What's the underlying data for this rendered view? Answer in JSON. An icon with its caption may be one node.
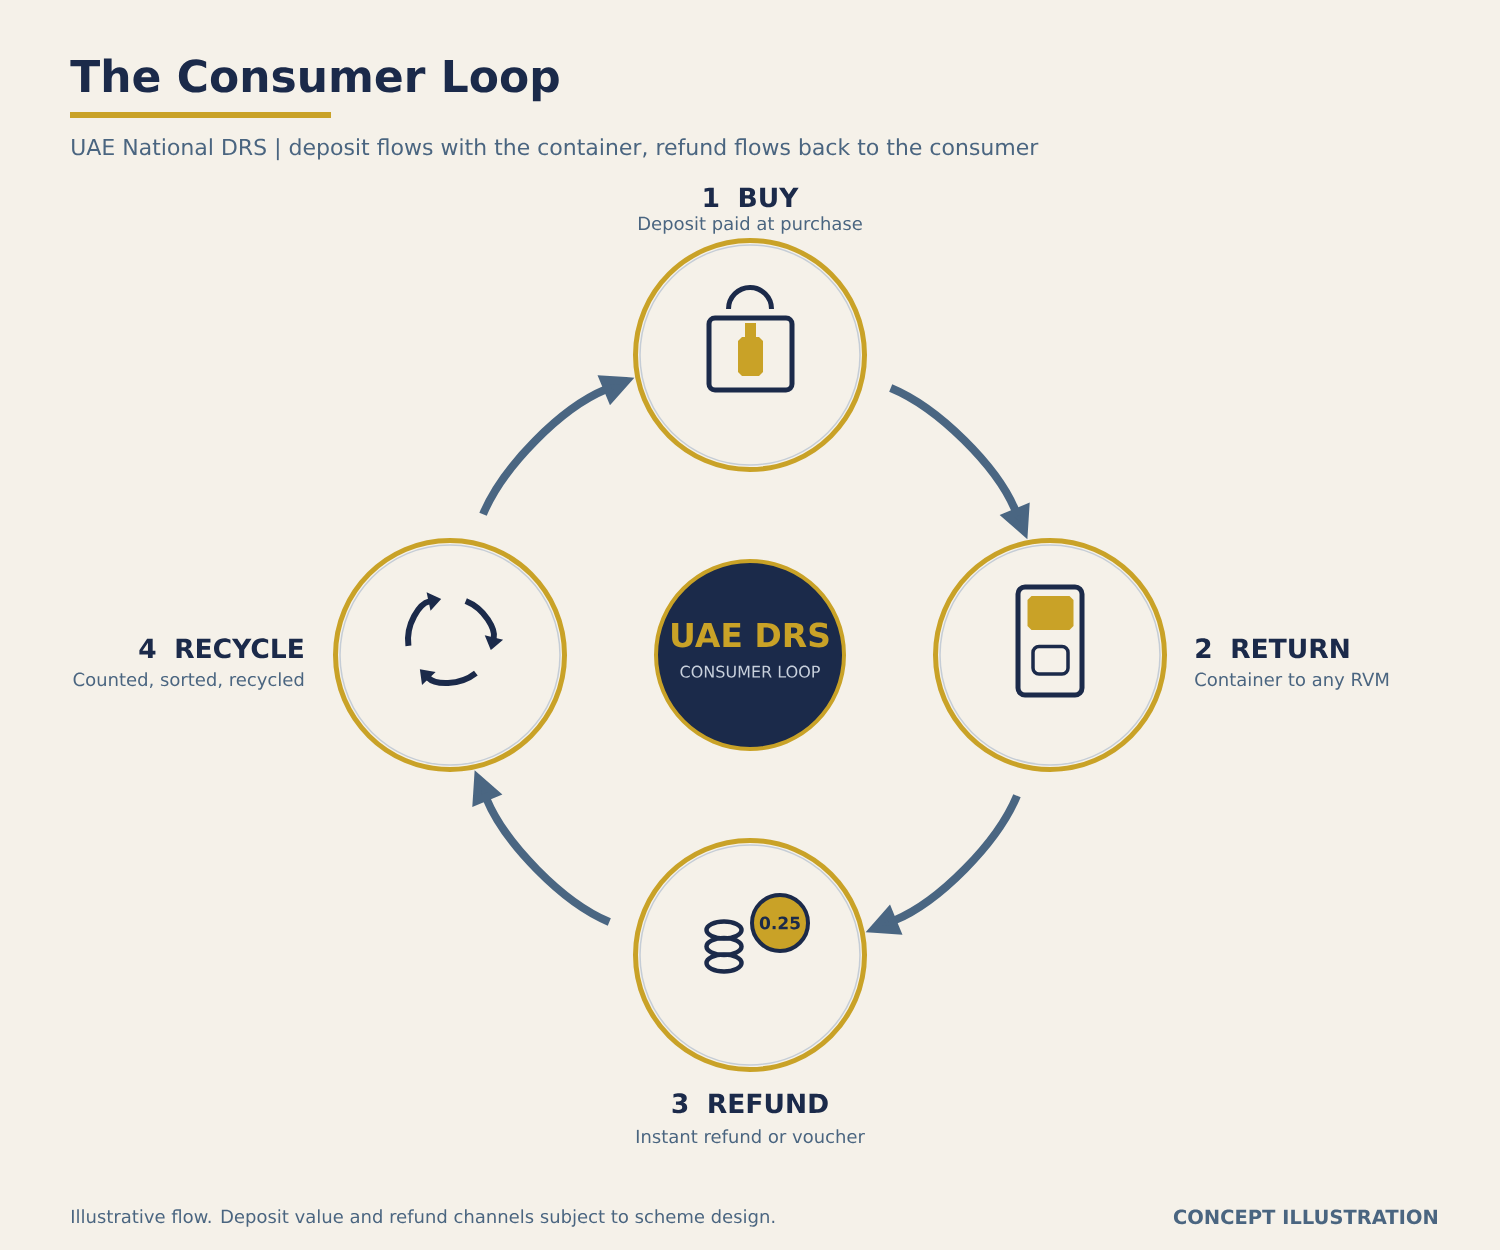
{
  "diagram": {
    "title": "The Consumer Loop",
    "nodes": [
      {
        "text": [
          "1 BUY",
          "Deposit paid at purchase"
        ]
      },
      {
        "text": [
          "4 RECYCLE",
          "Counted, sorted, recycled"
        ]
      },
      {
        "text": [
          "UAE DRS",
          "CONSUMER LOOP"
        ]
      },
      {
        "text": [
          "2 RETURN",
          "Container to any RVM"
        ]
      },
      {
        "text": [
          "3 REFUND",
          "Instant refund or voucher"
        ]
      },
      {
        "text": [
          "0.25"
        ],
        "in": 4
      }
    ],
    "edges": [
      {
        "from": 0,
        "to": 3,
        "arrow": "to"
      },
      {
        "from": 3,
        "to": 4,
        "arrow": "to"
      },
      {
        "from": 4,
        "to": 1,
        "arrow": "to"
      },
      {
        "from": 1,
        "to": 0,
        "arrow": "to"
      }
    ],
    "labels": [
      "UAE National DRS | deposit flows with the container, refund flows back to the consumer",
      "Illustrative flow. Deposit value and refund channels subject to scheme design.",
      "CONCEPT ILLUSTRATION"
    ]
  }
}
